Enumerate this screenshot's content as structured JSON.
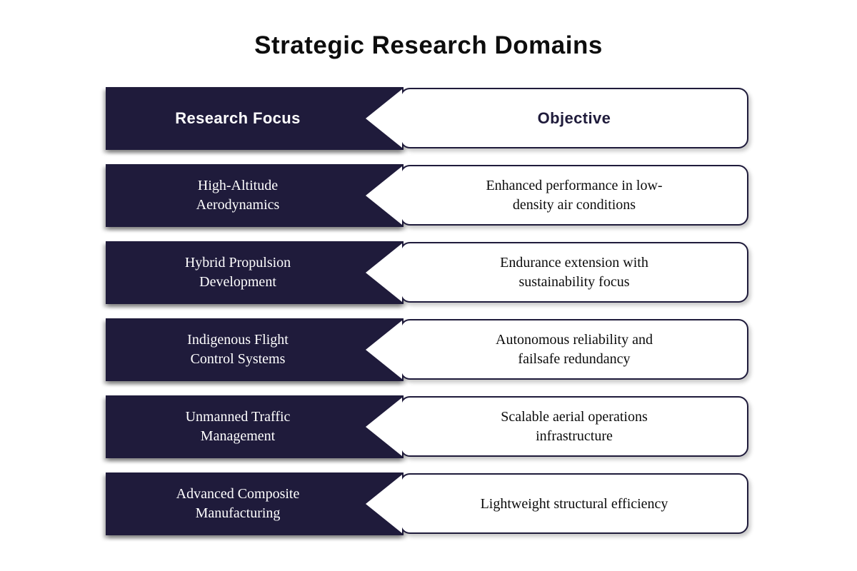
{
  "title": "Strategic Research Domains",
  "colors": {
    "accent_navy": "#1f1b3b",
    "background": "#ffffff",
    "body_text": "#0c0c0c"
  },
  "header": {
    "focus": "Research Focus",
    "objective": "Objective"
  },
  "rows": [
    {
      "focus": "High-Altitude Aerodynamics",
      "objective": "Enhanced performance in low-density air conditions"
    },
    {
      "focus": "Hybrid Propulsion Development",
      "objective": "Endurance extension with sustainability focus"
    },
    {
      "focus": "Indigenous Flight Control Systems",
      "objective": "Autonomous reliability and failsafe redundancy"
    },
    {
      "focus": "Unmanned Traffic Management",
      "objective": "Scalable aerial operations infrastructure"
    },
    {
      "focus": "Advanced Composite Manufacturing",
      "objective": "Lightweight structural efficiency"
    }
  ]
}
